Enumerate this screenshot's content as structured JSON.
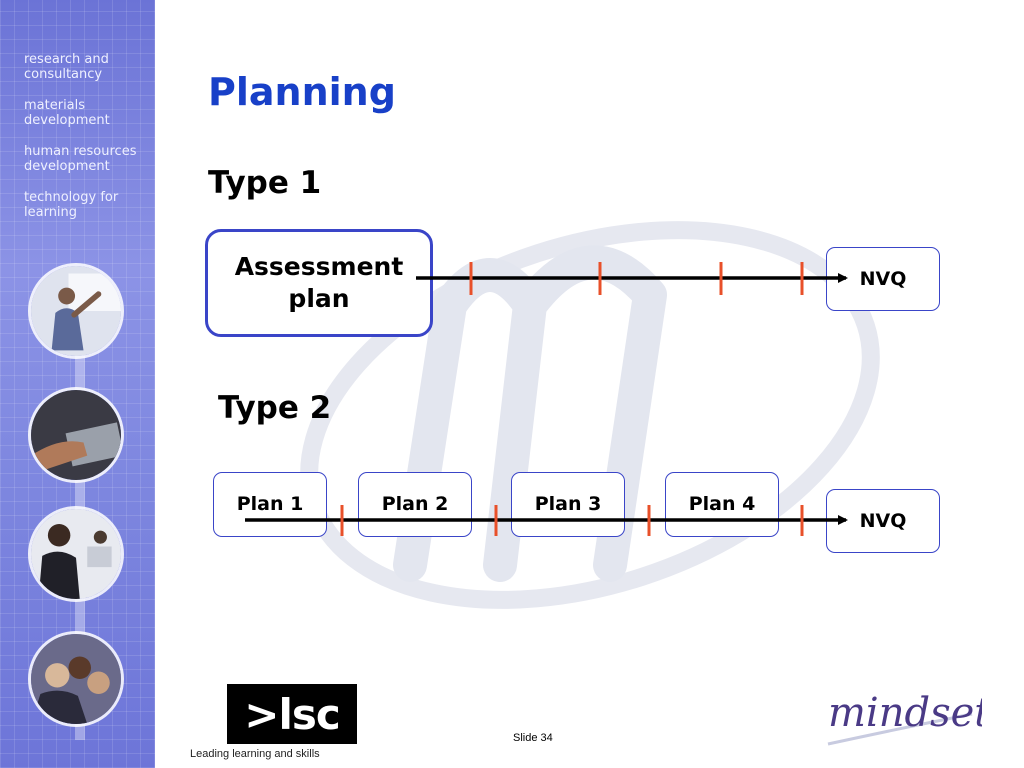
{
  "sidebar": {
    "menu": [
      "research and consultancy",
      "materials development",
      "human resources development",
      "technology for learning"
    ]
  },
  "slide": {
    "title": "Planning",
    "type1": {
      "label": "Type 1",
      "start": "Assessment plan",
      "end": "NVQ",
      "tick_count": 4
    },
    "type2": {
      "label": "Type 2",
      "plans": [
        "Plan 1",
        "Plan 2",
        "Plan 3",
        "Plan 4"
      ],
      "end": "NVQ",
      "tick_count": 4
    }
  },
  "footer": {
    "lsc_logo": ">lsc",
    "tagline": "Leading learning and skills",
    "slide_number": "Slide 34",
    "brand": "mindset"
  },
  "colors": {
    "title": "#1840c8",
    "box_border": "#3a45c8",
    "tick": "#e8502a",
    "sidebar": "#7f88e0"
  }
}
